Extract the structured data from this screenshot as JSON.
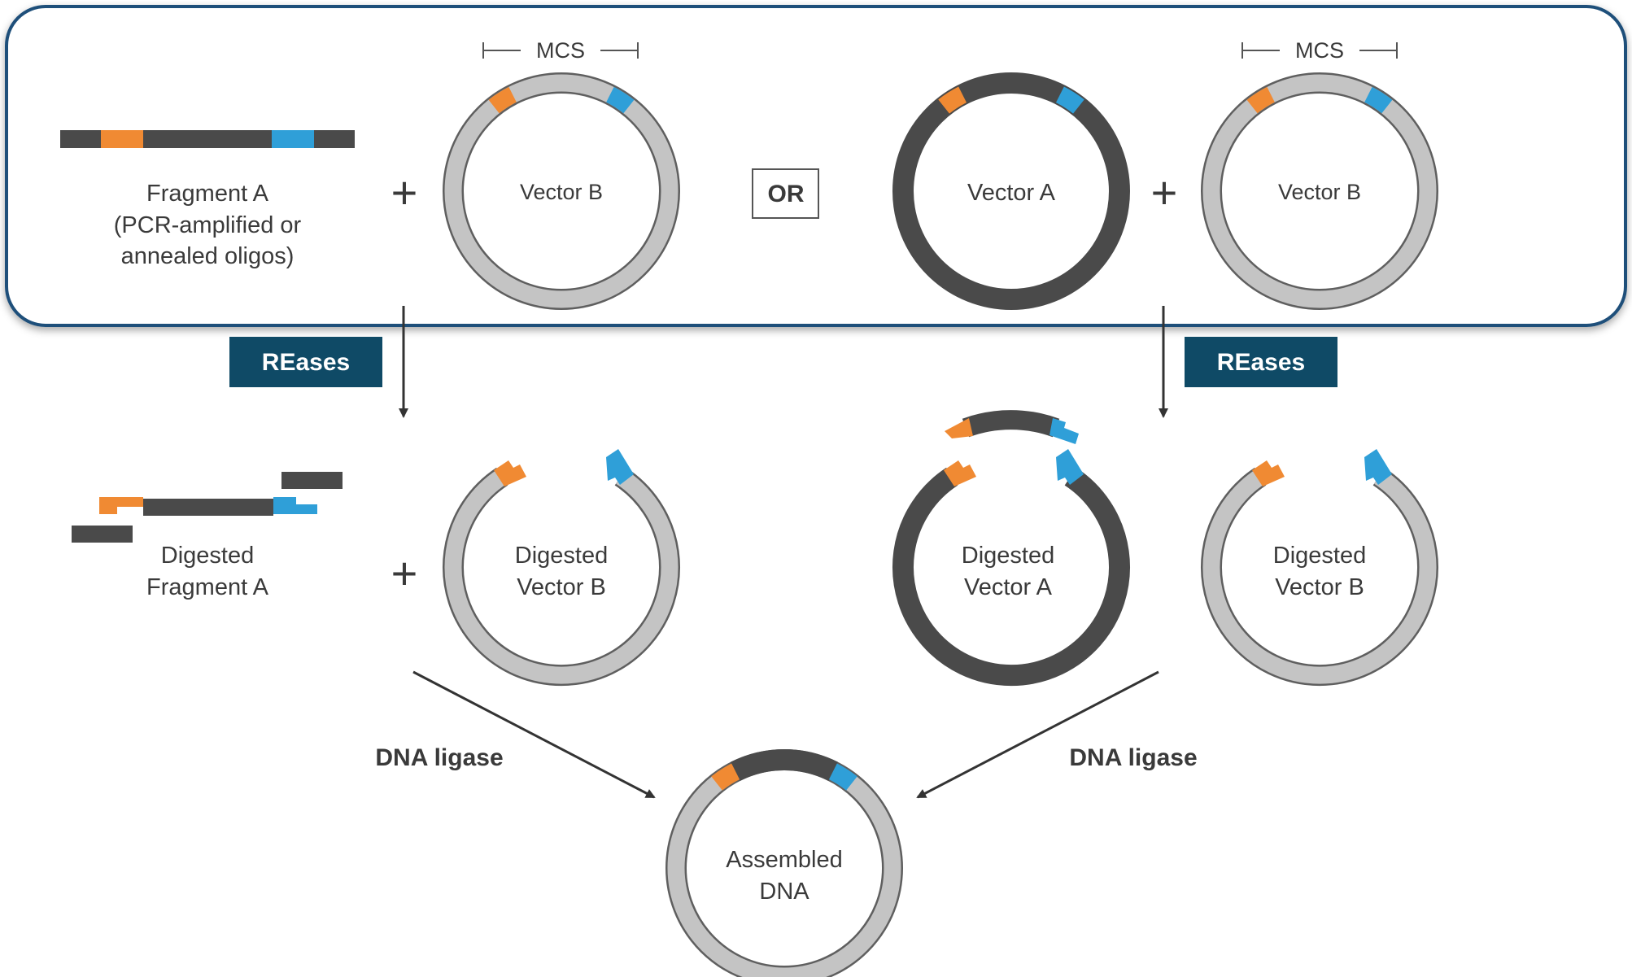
{
  "colors": {
    "orange": "#f08a33",
    "blue": "#2f9fd8",
    "dark": "#4a4a4a",
    "light": "#c4c4c4",
    "banner": "#0f4a66",
    "frame": "#1e4f7a"
  },
  "top": {
    "fragment_a": [
      "Fragment A",
      "(PCR-amplified or",
      "annealed oligos)"
    ],
    "vector_b": "Vector B",
    "or": "OR",
    "vector_a": "Vector A",
    "mcs": "MCS",
    "plus": "+"
  },
  "reases": "REases",
  "middle": {
    "digested_fragment_a": [
      "Digested",
      "Fragment A"
    ],
    "digested_vector_b": [
      "Digested",
      "Vector B"
    ],
    "digested_vector_a": [
      "Digested",
      "Vector A"
    ]
  },
  "ligase": "DNA ligase",
  "bottom": {
    "assembled": [
      "Assembled",
      "DNA"
    ]
  }
}
